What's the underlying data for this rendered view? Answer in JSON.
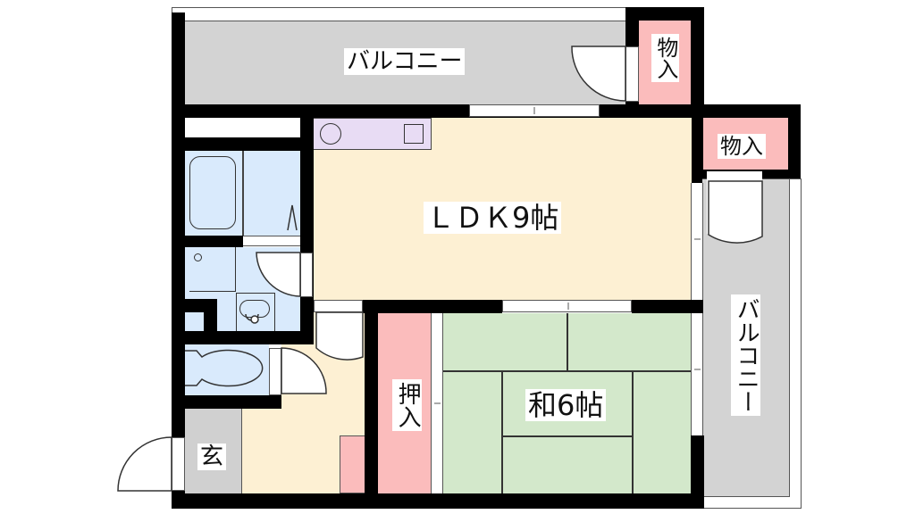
{
  "floorplan": {
    "colors": {
      "wall": "#000000",
      "balcony": "#d3d3d3",
      "ldk": "#fdf0d3",
      "washitsu": "#d3e8cb",
      "storage": "#fbbcbc",
      "wet_area": "#d9eafc",
      "kitchen_counter": "#e8dcf4",
      "entrance": "#d0d0d0"
    },
    "rooms": {
      "balcony_top": {
        "label": "バルコニー"
      },
      "balcony_right": {
        "label": "バルコニー"
      },
      "storage_top": {
        "label": "物入"
      },
      "storage_right": {
        "label": "物入"
      },
      "ldk": {
        "label": "ＬＤＫ9帖"
      },
      "washitsu": {
        "label": "和6帖"
      },
      "oshiire": {
        "label": "押入"
      },
      "genkan": {
        "label": "玄"
      }
    }
  }
}
